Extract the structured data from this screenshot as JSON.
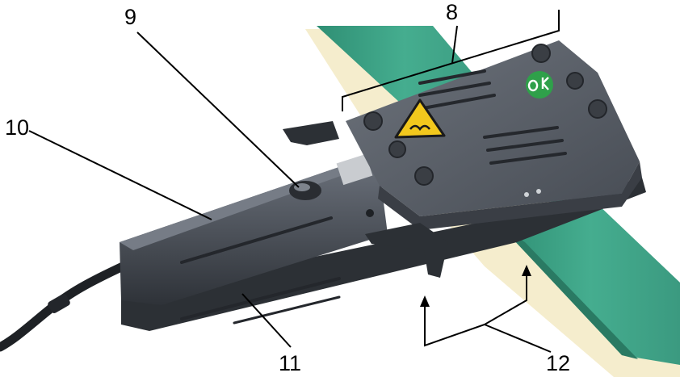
{
  "callouts": {
    "label_8": "8",
    "label_9": "9",
    "label_10": "10",
    "label_11": "11",
    "label_12": "12"
  },
  "colors": {
    "belt_green": "#3a9e82",
    "belt_underlay": "#f1e6b8",
    "device_body": "#4a4f57",
    "device_top": "#5a606a",
    "warning_yellow": "#f2c81d",
    "ok_badge": "#2fa04a",
    "callout_line": "#000000"
  },
  "icons": {
    "warning": "hot-surface-warning-icon",
    "ok_badge": "ok-badge-icon"
  }
}
